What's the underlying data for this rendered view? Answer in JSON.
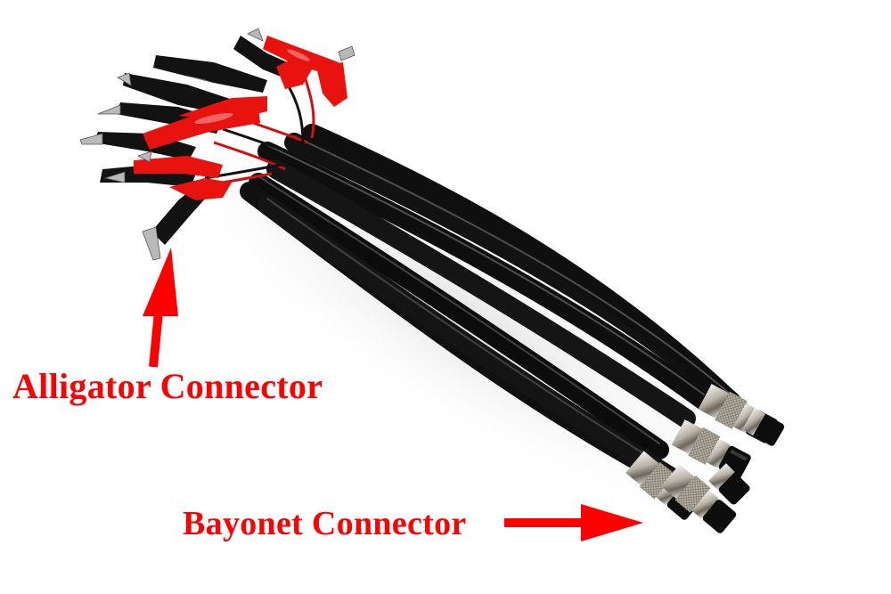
{
  "image": {
    "description": "Product photo of bundled black cables with red and black alligator clips on one end and metal bayonet (aviation) connectors on the other, on a white background",
    "background_color": "#ffffff",
    "annotation_color": "#ff0000"
  },
  "annotations": {
    "alligator": {
      "label": "Alligator Connector",
      "arrow_direction": "up"
    },
    "bayonet": {
      "label": "Bayonet Connector",
      "arrow_direction": "right"
    }
  },
  "objects": {
    "cable_color": "#111111",
    "clip_colors": [
      "#e8130f",
      "#111111"
    ],
    "connector_material": "knurled nickel-plated metal with black caps"
  }
}
